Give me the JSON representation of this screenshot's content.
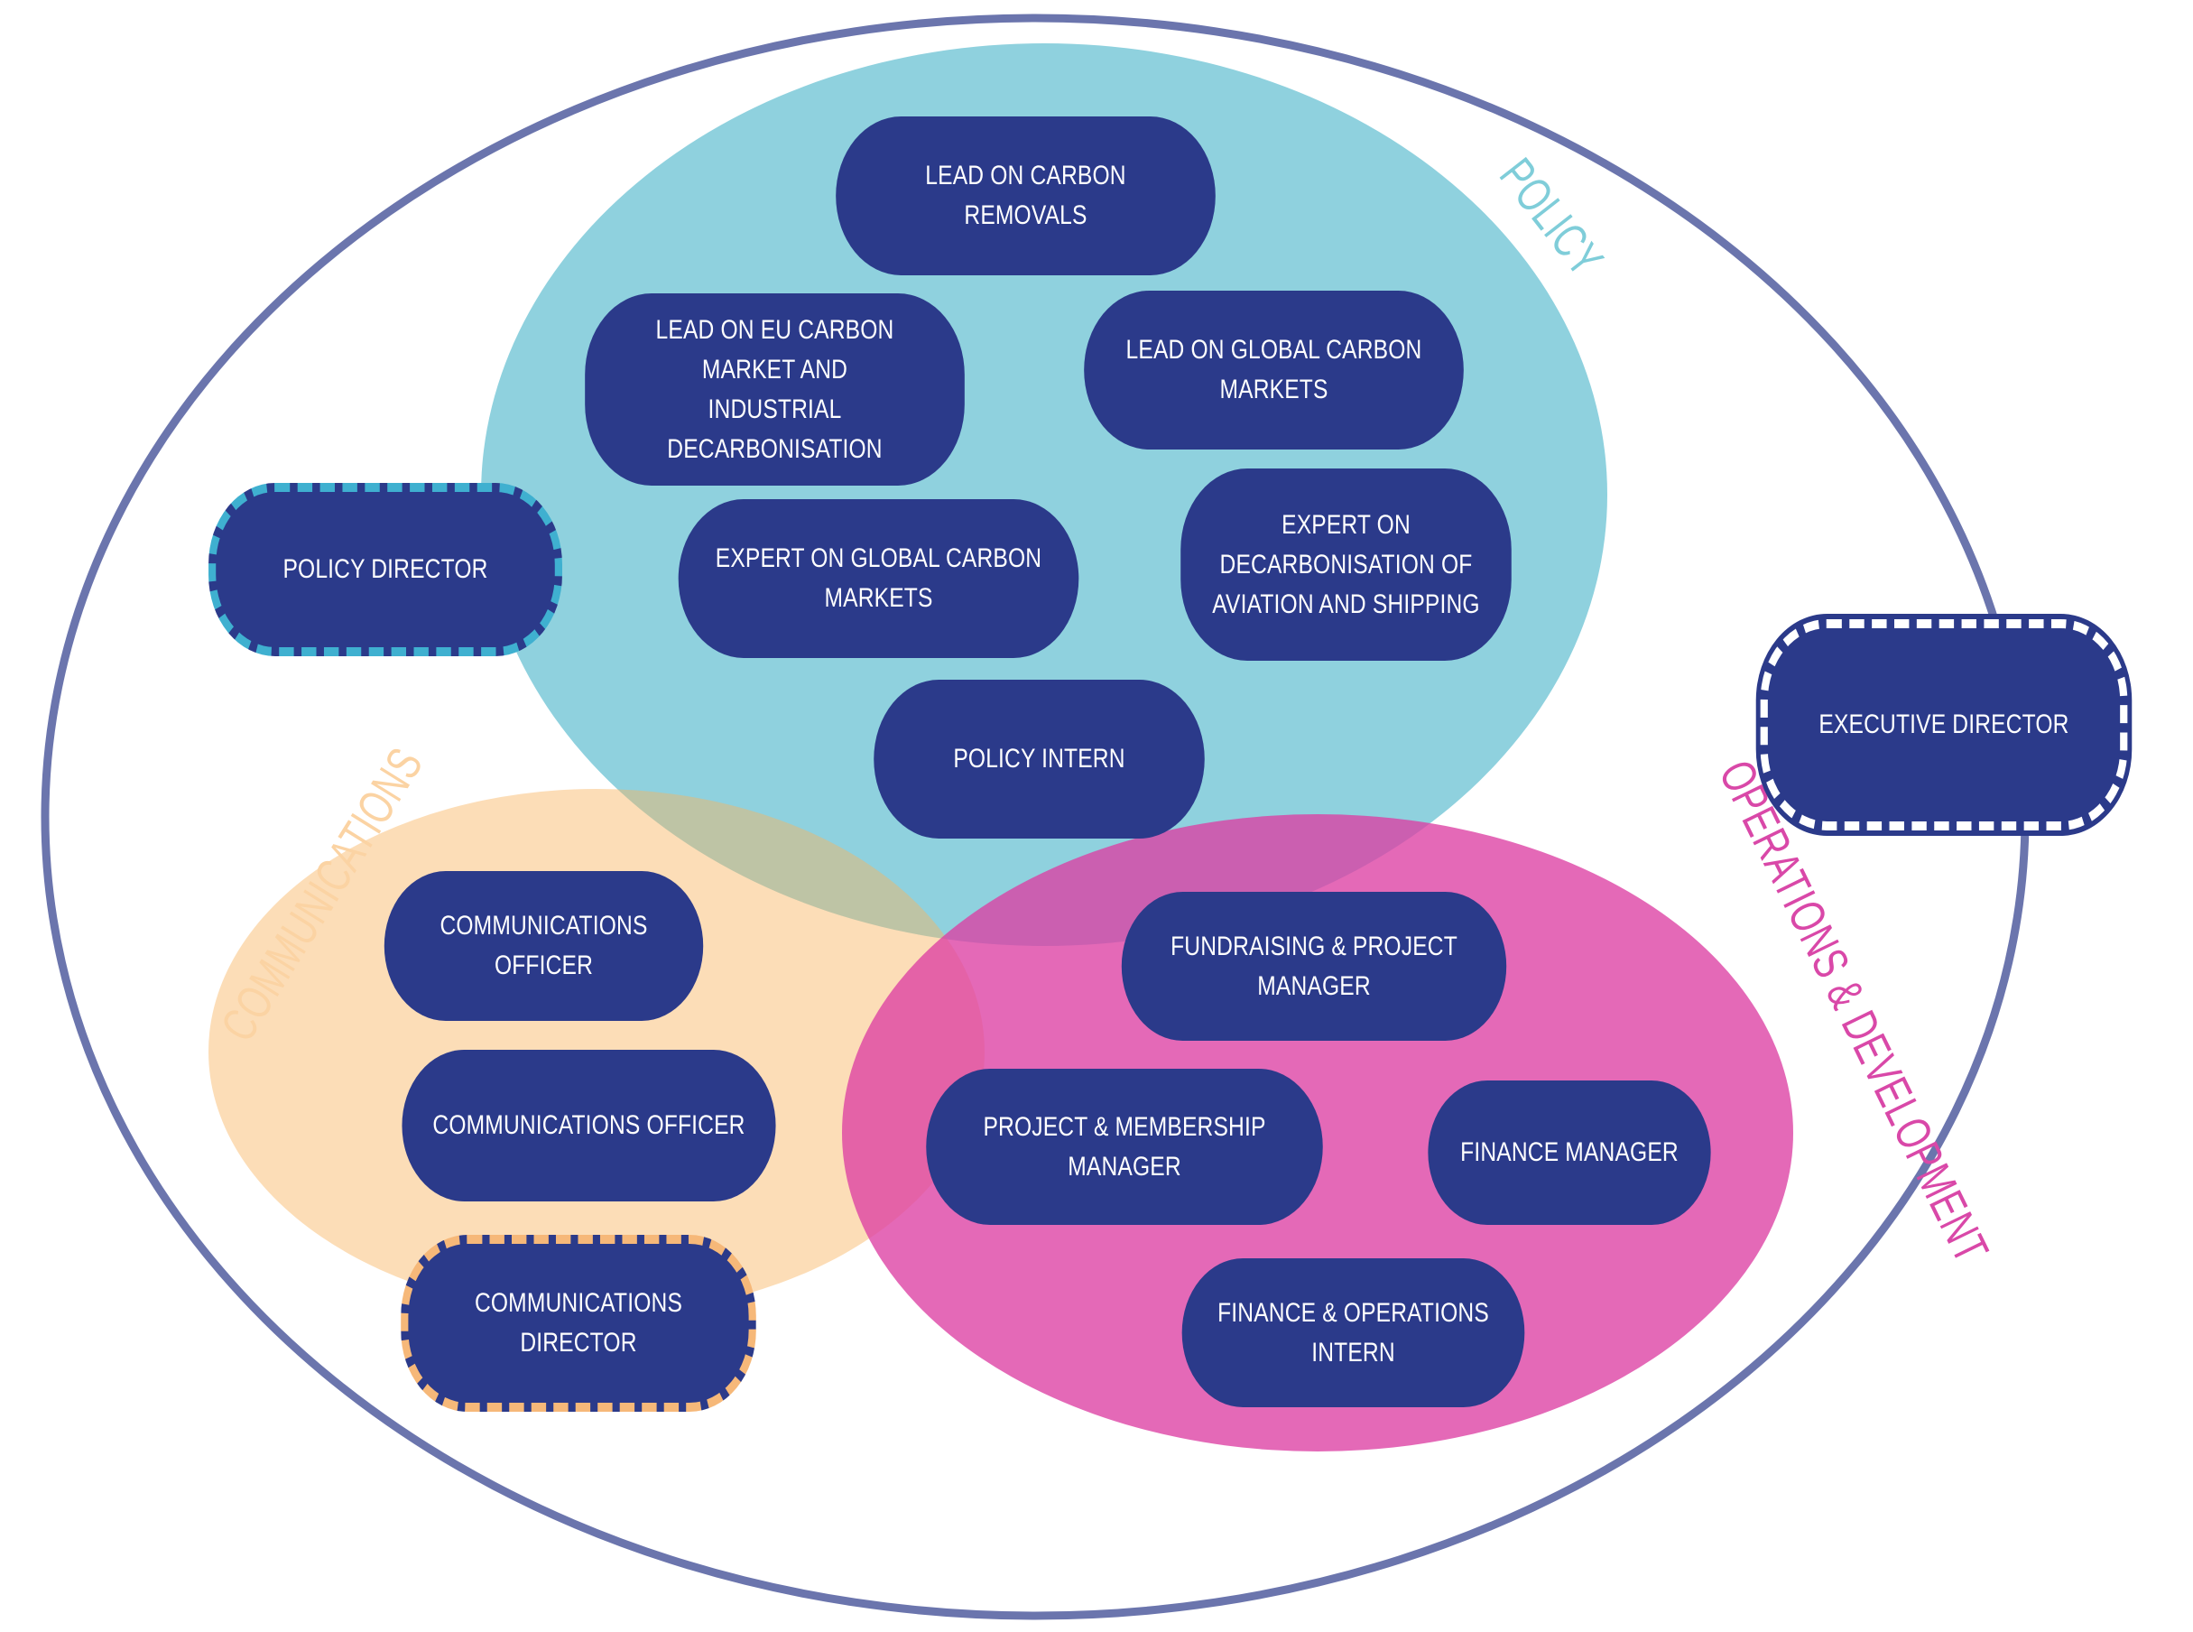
{
  "colors": {
    "outer_border": "#6b75ad",
    "policy": "#8fd1de",
    "communications": "#fbdbb5",
    "operations": "#e15fb1",
    "pill": "#2b3a8a",
    "pill_text": "#ffffff",
    "policy_label": "#7fcdd9",
    "communications_label": "#fbd3a3",
    "operations_label": "#d948a8",
    "dash_policy": "#3fb0d0",
    "dash_communications": "#f6b879",
    "dash_executive": "#ffffff"
  },
  "groups": {
    "policy": "POLICY",
    "communications": "COMMUNICATIONS",
    "operations": "OPERATIONS & DEVELOPMENT"
  },
  "roles": {
    "lead_carbon_removals": "LEAD ON CARBON REMOVALS",
    "lead_eu_carbon_market": "LEAD ON EU CARBON MARKET AND\nINDUSTRIAL DECARBONISATION",
    "lead_global_carbon_markets": "LEAD ON GLOBAL CARBON MARKETS",
    "policy_director": "POLICY DIRECTOR",
    "expert_global_carbon_markets": "EXPERT ON GLOBAL CARBON MARKETS",
    "expert_aviation_shipping": "EXPERT ON DECARBONISATION OF\nAVIATION AND SHIPPING",
    "policy_intern": "POLICY INTERN",
    "executive_director": "EXECUTIVE DIRECTOR",
    "communications_officer_1": "COMMUNICATIONS OFFICER",
    "communications_officer_2": "COMMUNICATIONS OFFICER",
    "communications_director": "COMMUNICATIONS DIRECTOR",
    "fundraising_project_manager": "FUNDRAISING & PROJECT MANAGER",
    "project_membership_manager": "PROJECT & MEMBERSHIP MANAGER",
    "finance_manager": "FINANCE MANAGER",
    "finance_operations_intern": "FINANCE & OPERATIONS INTERN"
  }
}
